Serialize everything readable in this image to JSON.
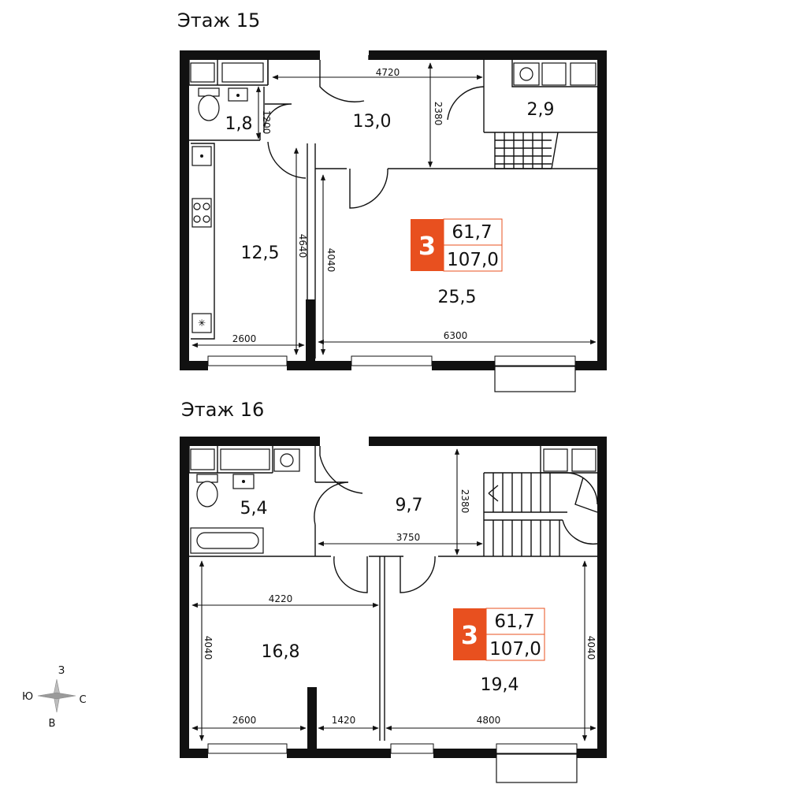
{
  "floors": [
    {
      "title": "Этаж 15",
      "rooms": [
        "1,8",
        "13,0",
        "2,9",
        "12,5",
        "25,5"
      ],
      "dims": [
        "4720",
        "2380",
        "1200",
        "4640",
        "4040",
        "2600",
        "6300"
      ],
      "badge": {
        "rooms": "3",
        "living_area": "61,7",
        "total_area": "107,0"
      }
    },
    {
      "title": "Этаж 16",
      "rooms": [
        "5,4",
        "9,7",
        "16,8",
        "19,4"
      ],
      "dims": [
        "2380",
        "3750",
        "4220",
        "4040",
        "4040",
        "2600",
        "1420",
        "4800"
      ],
      "badge": {
        "rooms": "3",
        "living_area": "61,7",
        "total_area": "107,0"
      }
    }
  ],
  "compass": {
    "north": "З",
    "south": "В",
    "west": "Ю",
    "east": "С"
  },
  "colors": {
    "accent": "#e8501f",
    "wall": "#111111"
  },
  "icons": [
    "arrow-marker-icon",
    "cooktop-icon",
    "sink-icon",
    "toilet-icon",
    "bathtub-icon",
    "boiler-icon",
    "compass-icon"
  ]
}
